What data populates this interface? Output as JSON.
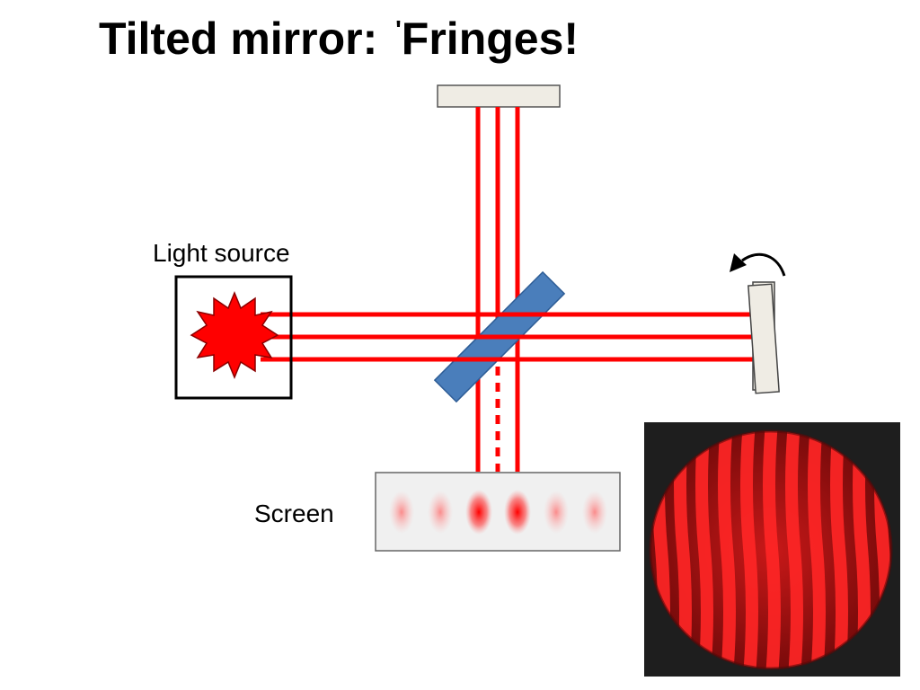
{
  "slide": {
    "title_main": "Tilted mirror: ",
    "title_tick": "'",
    "title_end": "Fringes!"
  },
  "labels": {
    "light_source": "Light source",
    "screen": "Screen"
  },
  "colors": {
    "beam": "#ff0000",
    "beam_splitter": "#4a7ebb",
    "mirror_fill": "#efece4",
    "fringe_photo_bg": "#1e1e1e"
  },
  "icons": {
    "source": "starburst-icon",
    "rotation": "curved-arrow-icon"
  }
}
